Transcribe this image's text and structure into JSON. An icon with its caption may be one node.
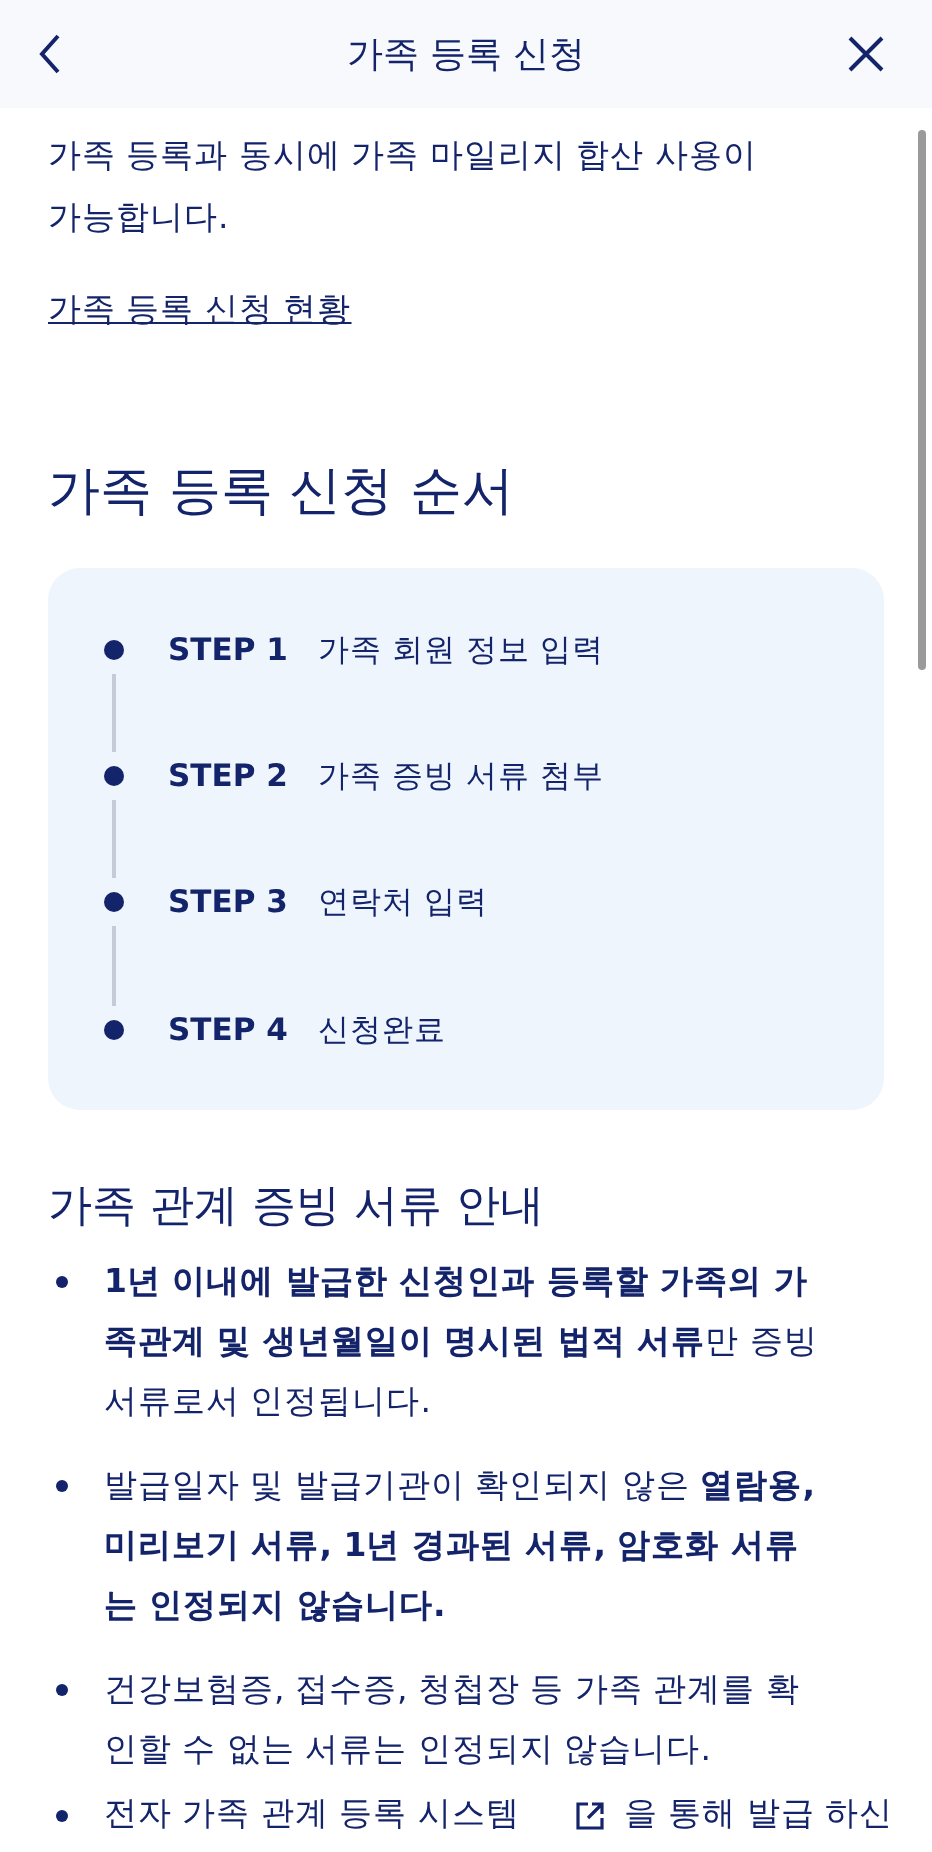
{
  "diagram": {
    "title": "가족 등록 신청",
    "nodes": [
      {
        "text": [
          "STEP 1",
          "가족 회원 정보 입력"
        ]
      },
      {
        "text": [
          "STEP 2",
          "가족 증빙 서류 첨부"
        ]
      },
      {
        "text": [
          "STEP 3",
          "연락처 입력"
        ]
      },
      {
        "text": [
          "STEP 4",
          "신청완료"
        ]
      }
    ],
    "edges": [
      {
        "from": 0,
        "to": 1,
        "arrow": "none"
      },
      {
        "from": 1,
        "to": 2,
        "arrow": "none"
      },
      {
        "from": 2,
        "to": 3,
        "arrow": "none"
      }
    ],
    "labels": [
      "가족 등록과 동시에 가족 마일리지 합산 사용이 가능합니다.",
      "가족 등록 신청 현황",
      "가족 등록 신청 순서",
      "가족 관계 증빙 서류 안내",
      "**1년 이내에 발급한 신청인과 등록할 가족의 가족관계 및 생년월일이 명시된 법적 서류**만 증빙서류로서 인정됩니다.",
      "발급일자 및 발급기관이 확인되지 않은 **열람용, 미리보기 서류, 1년 경과된 서류, 암호화 서류는 인정되지 않습니다.**",
      "건강보험증, 접수증, 청첩장 등 가족 관계를 확인할 수 없는 서류는 인정되지 않습니다.",
      "전자 가족 관계 등록 시스템",
      "을 통해 발급 하신"
    ]
  }
}
